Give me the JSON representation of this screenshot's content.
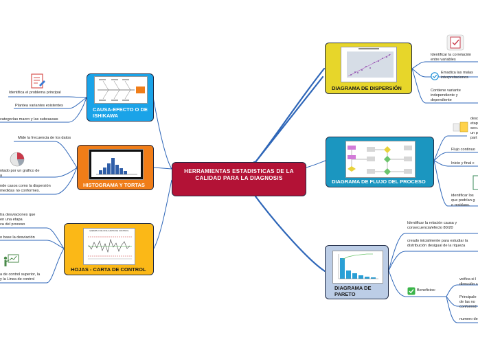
{
  "central": {
    "title": "HERRAMIENTAS ESTADISTICAS DE LA CALIDAD PARA LA DIAGNOSIS"
  },
  "colors": {
    "central": "#b31236",
    "ishikawa": "#1aa3e8",
    "histograma": "#f07d18",
    "hojas": "#fbb817",
    "dispersion": "#e7d62a",
    "flujo": "#1b96c0",
    "pareto": "#bccde6",
    "lines": "#2e66b8"
  },
  "branches": {
    "ishikawa": {
      "title": "CAUSA-EFECTO O DE ISHIKAWA",
      "leaves": [
        "Identifica el problema principal",
        "Plantea variantes existentes",
        "categorías macro y las subcausas"
      ],
      "icons": [
        "document-edit-icon"
      ]
    },
    "histograma": {
      "title": "HISTOGRAMA Y TORTAS",
      "leaves": [
        "Mide la frecuencia de los datos",
        "ntado por un gráfico de",
        "a",
        "nde casos como la dispersión",
        "medidas no conformes."
      ],
      "icons": [
        "pie-chart-icon"
      ]
    },
    "hojas": {
      "title": "HOJAS - CARTA DE CONTROL",
      "thumb_title": "EJEMPLO DE UNA CARTA DE CONTROL",
      "leaves": [
        "tra desviaciones que",
        "en una etapa",
        "ca del proceso",
        "o base la desviación",
        "a de control superior, la",
        "y la Linea de control"
      ],
      "icons": [
        "presenter-chart-icon"
      ]
    },
    "dispersion": {
      "title": "DIAGRAMA DE DISPERSIÓN",
      "leaves": [
        "Identificar la correlación",
        "entre variables",
        "Emadica las malas",
        "interpretaciones",
        "Contiene variante",
        "independiente y",
        "dependiente"
      ],
      "icons": [
        "clipboard-check-icon",
        "check-circle-icon"
      ]
    },
    "flujo": {
      "title": "DIAGRAMA DE FLUJO DEL PROCESO",
      "leaves": [
        "desc",
        "etap",
        "secu",
        "un p",
        "part",
        "Flujo continuo",
        "Inicio y final c",
        "identificar los",
        "que podrían g",
        "o residuos."
      ],
      "icons": [
        "documents-icon",
        "document-icon"
      ]
    },
    "pareto": {
      "title": "DIAGRAMA DE PARETO",
      "leaves": [
        "Identificar la relación causa y",
        "consecuencia/efecto  80/20",
        "creado inicialmente para estudiar la",
        "distribución desigual de la riqueza",
        "Beneficios:",
        "veifica si l",
        "dirección c",
        "Principale",
        "de las no",
        "conformid",
        "numero de"
      ],
      "icons": [
        "green-check-icon"
      ]
    }
  }
}
